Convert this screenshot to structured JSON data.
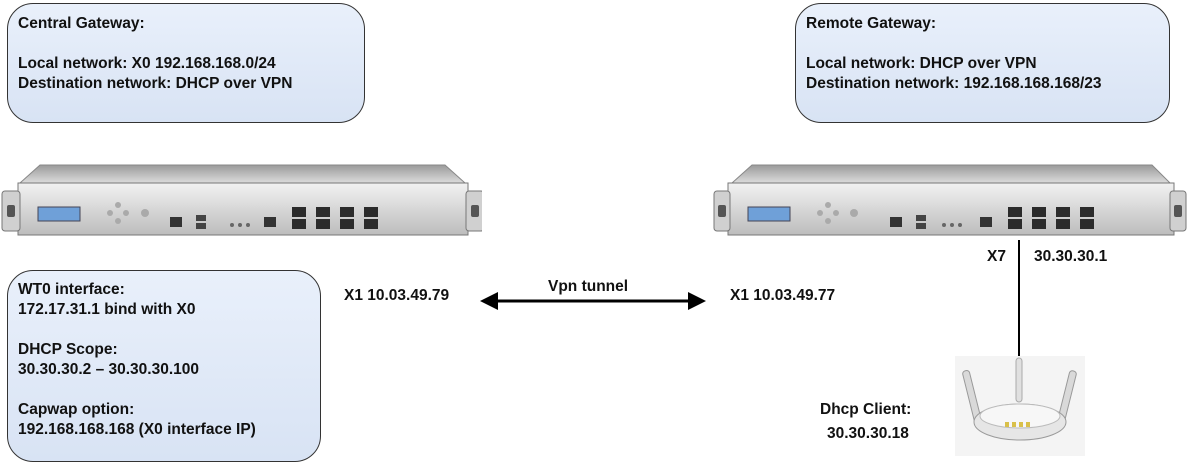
{
  "central_box": {
    "title": "Central Gateway:",
    "local": "Local network: X0 192.168.168.0/24",
    "destination": "Destination network: DHCP over VPN"
  },
  "remote_box": {
    "title": "Remote Gateway:",
    "local": "Local network: DHCP over VPN",
    "destination": "Destination network: 192.168.168.168/23"
  },
  "scope_box": {
    "wt0_title": "WT0 interface:",
    "wt0_value": "172.17.31.1 bind with X0",
    "dhcp_title": "DHCP Scope:",
    "dhcp_value": "30.30.30.2 – 30.30.30.100",
    "capwap_title": "Capwap option:",
    "capwap_value": "192.168.168.168 (X0 interface IP)"
  },
  "tunnel": {
    "left_label": "X1 10.03.49.79",
    "right_label": "X1 10.03.49.77",
    "name": "Vpn tunnel"
  },
  "remote_link": {
    "port": "X7",
    "ip": "30.30.30.1"
  },
  "client": {
    "title": "Dhcp Client:",
    "ip": "30.30.30.18"
  },
  "colors": {
    "box_fill_top": "#e9f0fb",
    "box_fill_bottom": "#d8e3f4",
    "line": "#000000"
  },
  "icons": {
    "central_appliance": "sonicwall-appliance-icon",
    "remote_appliance": "sonicwall-appliance-icon",
    "access_point": "wireless-access-point-icon"
  }
}
